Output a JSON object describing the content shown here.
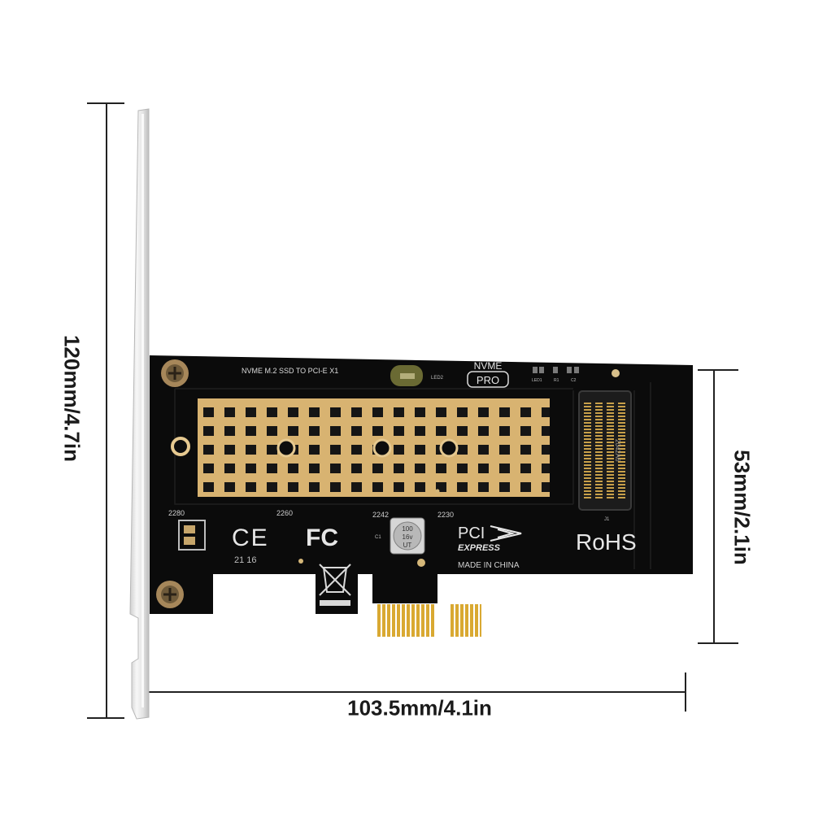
{
  "dimensions": {
    "height_label": "120mm/4.7in",
    "width_label": "103.5mm/4.1in",
    "pcb_height_label": "53mm/2.1in"
  },
  "pcb": {
    "title_silk": "NVME M.2 SSD TO PCI-E X1",
    "badge_top": "NVME",
    "badge_pro": "PRO",
    "led_label": "LED2",
    "small_labels": [
      "LED1",
      "R1",
      "C2"
    ],
    "size_marks": [
      "2280",
      "2260",
      "2242",
      "2230"
    ],
    "connector_ref": "J1",
    "cap_label": "C1",
    "cap_markings": [
      "100",
      "16v",
      "UT"
    ],
    "cert_ce": "CE",
    "cert_fc": "FC",
    "date_code": "21 16",
    "pci_logo_top": "PCI",
    "pci_logo_bottom": "EXPRESS",
    "rohs": "RoHS",
    "made_in": "MADE IN CHINA"
  },
  "colors": {
    "pcb": "#0b0b0b",
    "heatsink": "#d8b371",
    "gold": "#d2a83a",
    "bracket": "#e9e9e9",
    "dim_line": "#222222"
  }
}
